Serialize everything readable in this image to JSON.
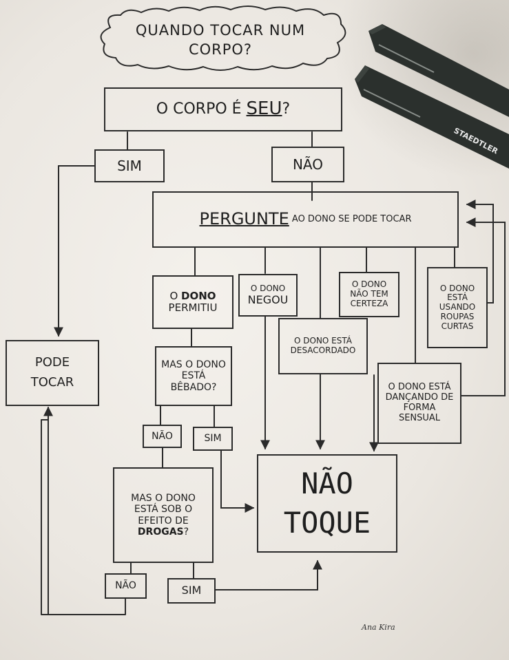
{
  "title": "QUANDO TOCAR NUM CORPO?",
  "question": {
    "prefix": "O CORPO É",
    "emph": "SEU",
    "suffix": "?"
  },
  "yes": "SIM",
  "no": "NÃO",
  "ask": {
    "emph": "PERGUNTE",
    "rest": "AO DONO SE PODE TOCAR"
  },
  "allowed": {
    "line1": "O",
    "emph": "DONO",
    "line2": "PERMITIU"
  },
  "denied": {
    "line1": "O DONO",
    "line2": "NEGOU"
  },
  "unsure": "O DONO NÃO TEM CERTEZA",
  "unconscious": "O DONO ESTÁ DESACORDADO",
  "short_clothes": "O DONO ESTÁ USANDO ROUPAS CURTAS",
  "dancing": "O DONO ESTÁ DANÇANDO DE FORMA SENSUAL",
  "drunk": "MAS O DONO ESTÁ BÊBADO?",
  "drunk_no": "NÃO",
  "drunk_yes": "SIM",
  "drugs": {
    "text": "MAS O DONO ESTÁ SOB O EFEITO DE",
    "emph": "DROGAS",
    "suffix": "?"
  },
  "drugs_no": "NÃO",
  "drugs_yes": "SIM",
  "can_touch": "PODE TOCAR",
  "dont_touch": "NÃO TOQUE",
  "signature": "Ana Kira",
  "pen_brand": "STAEDTLER",
  "colors": {
    "ink": "#2a2a2a",
    "paper": "#efebe5",
    "pen": "#2b302d"
  }
}
